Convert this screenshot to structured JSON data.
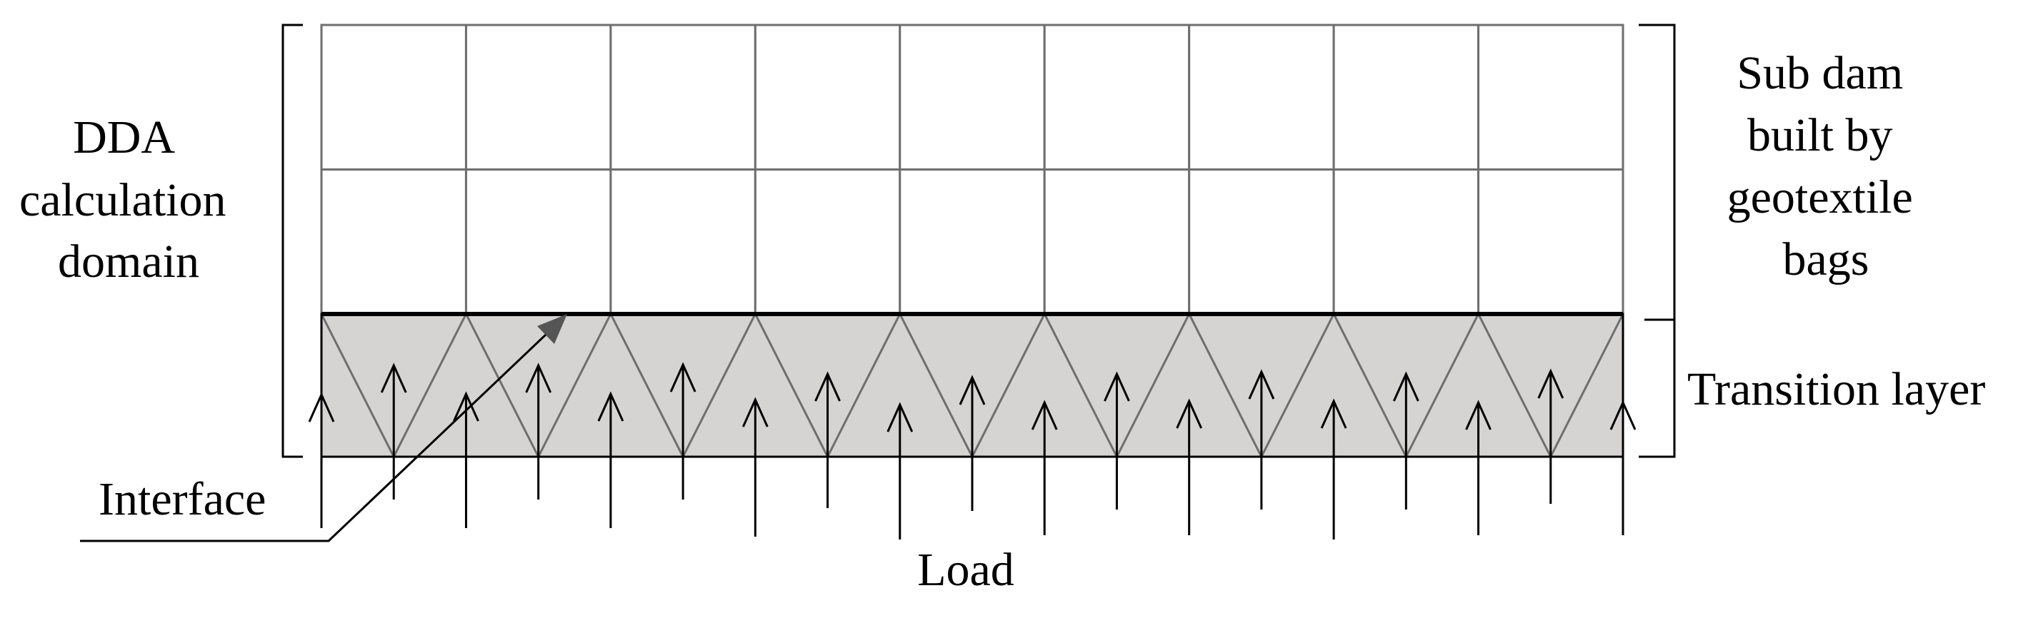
{
  "labels": {
    "left_bracket": [
      "DDA",
      "calculation",
      "domain"
    ],
    "right_upper_bracket": [
      "Sub dam",
      "built by",
      "geotextile",
      "bags"
    ],
    "right_lower_bracket": "Transition layer",
    "interface": "Interface",
    "load": "Load"
  },
  "structure": {
    "bag_grid": {
      "columns": 9,
      "rows": 2
    },
    "transition_layer": {
      "triangles": 9
    }
  },
  "colors": {
    "grid_line": "#6e6e6e",
    "transition_fill": "#d6d3d3",
    "interface_line": "#000000",
    "arrow_head": "#555555"
  }
}
